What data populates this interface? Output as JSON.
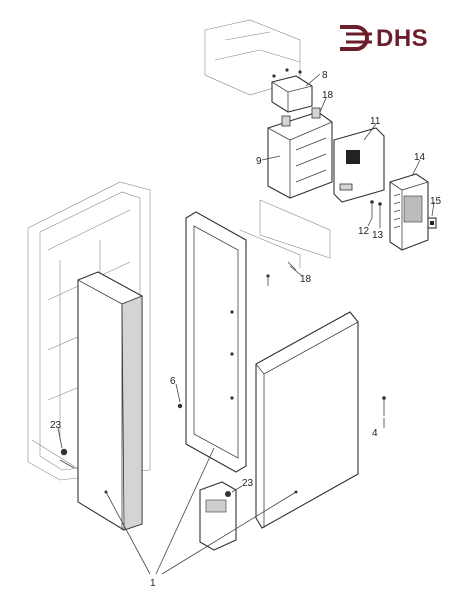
{
  "logo": {
    "text": "DHS",
    "color": "#6b1f2b"
  },
  "callouts": {
    "c1": "1",
    "c4": "4",
    "c6": "6",
    "c8": "8",
    "c9": "9",
    "c11": "11",
    "c12": "12",
    "c13": "13",
    "c14": "14",
    "c15": "15",
    "c18a": "18",
    "c18b": "18",
    "c23a": "23",
    "c23b": "23"
  }
}
